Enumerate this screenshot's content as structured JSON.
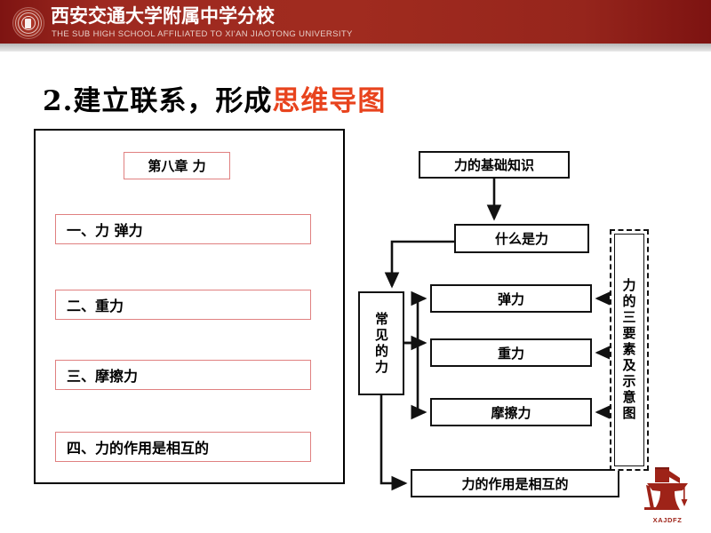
{
  "header": {
    "school_name_cn": "西安交通大学附属中学分校",
    "school_name_en": "THE SUB HIGH SCHOOL AFFILIATED TO XI'AN JIAOTONG UNIVERSITY",
    "seal_icon": "school-seal-icon",
    "band_color": "#9e2a20",
    "strip_color": "#cdcdcd"
  },
  "title": {
    "prefix": "2.建立联系，形成",
    "accent": "思维导图",
    "accent_color": "#e8431d"
  },
  "left_panel": {
    "chapter": "第八章  力",
    "items": [
      {
        "label": "一、力  弹力"
      },
      {
        "label": "二、重力"
      },
      {
        "label": "三、摩擦力"
      },
      {
        "label": "四、力的作用是相互的"
      }
    ],
    "border_color": "#000000",
    "box_border_color": "#e08080"
  },
  "diagram": {
    "nodes": {
      "base_knowledge": "力的基础知识",
      "what_is_force": "什么是力",
      "common_forces": "常见的力",
      "elastic_force": "弹力",
      "gravity": "重力",
      "friction": "摩擦力",
      "three_elements": "力的三要素及示意图",
      "mutual_action": "力的作用是相互的"
    },
    "node_border_color": "#111111"
  },
  "logo": {
    "label": "XAJDFZ",
    "color": "#9e2318",
    "icon": "anvil-logo-icon"
  }
}
